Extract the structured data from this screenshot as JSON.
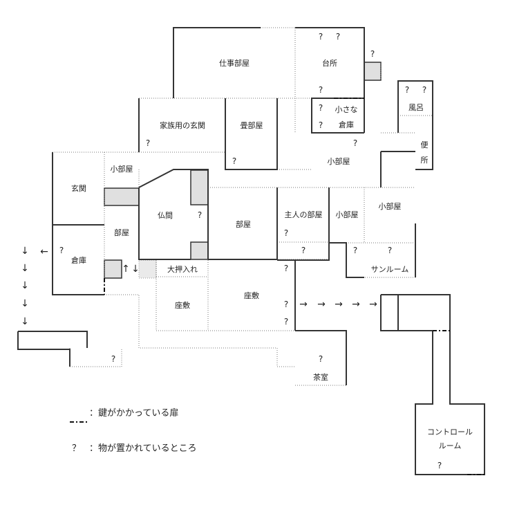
{
  "rooms": {
    "work_room": "仕事部屋",
    "kitchen": "台所",
    "bath": "風呂",
    "family_entrance": "家族用の玄関",
    "tatami_room": "畳部屋",
    "small_storage_1": "小さな",
    "small_storage_2": "倉庫",
    "small_room_top": "小部屋",
    "toilet_1": "便",
    "toilet_2": "所",
    "entrance": "玄関",
    "small_room_left": "小部屋",
    "butsuma": "仏間",
    "room_center": "部屋",
    "master_room": "主人の部屋",
    "small_room_mid": "小部屋",
    "small_room_right": "小部屋",
    "room_left": "部屋",
    "storehouse": "倉庫",
    "sunroom": "サンルーム",
    "big_closet": "大押入れ",
    "zashiki_left": "座敷",
    "zashiki_right": "座敷",
    "tea_room": "茶室",
    "control_room_1": "コントロール",
    "control_room_2": "ルーム"
  },
  "marker": "?",
  "arrows": {
    "left": "←",
    "down": "↓",
    "up": "↑",
    "right": "→"
  },
  "legend": {
    "locked_door": "：鍵がかかっている扉",
    "item_marker": "？",
    "item_text": "：物が置かれているところ"
  }
}
